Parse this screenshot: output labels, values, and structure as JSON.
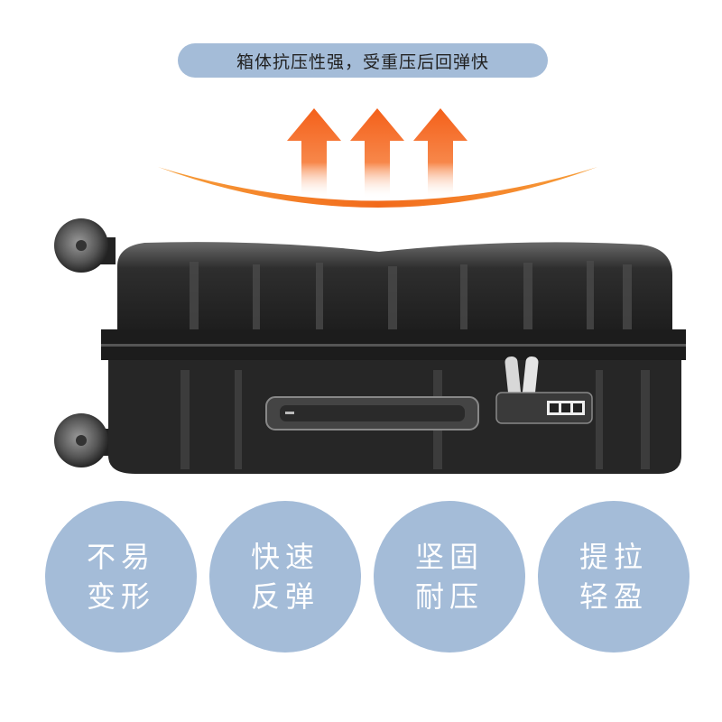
{
  "banner": {
    "text": "箱体抗压性强，受重压后回弹快"
  },
  "features": [
    {
      "line1": "不易",
      "line2": "变形"
    },
    {
      "line1": "快速",
      "line2": "反弹"
    },
    {
      "line1": "坚固",
      "line2": "耐压"
    },
    {
      "line1": "提拉",
      "line2": "轻盈"
    }
  ],
  "colors": {
    "badge_bg": "#a4bcd8",
    "arrow_orange": "#f26a1b",
    "suitcase_dark": "#3a3a3a"
  }
}
